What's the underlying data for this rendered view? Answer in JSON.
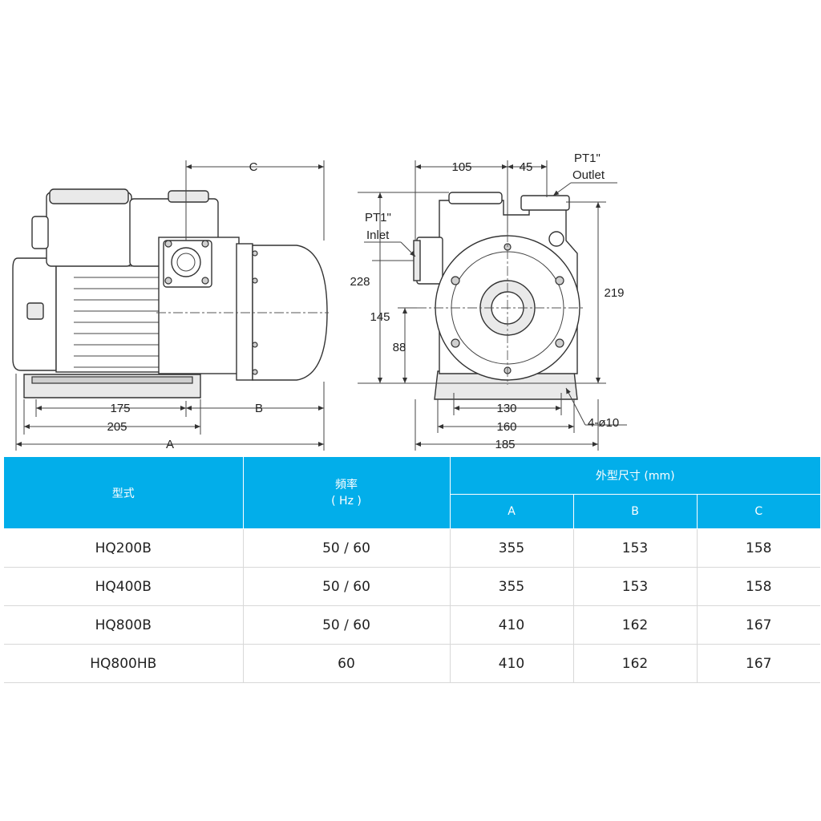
{
  "drawing": {
    "dimensions": {
      "dim_c": "C",
      "dim_b": "B",
      "dim_a": "A",
      "dim_175": "175",
      "dim_205": "205",
      "dim_105": "105",
      "dim_45": "45",
      "dim_228": "228",
      "dim_145": "145",
      "dim_88": "88",
      "dim_219": "219",
      "dim_130": "130",
      "dim_160": "160",
      "dim_185": "185",
      "dim_holes": "4-ø10"
    },
    "ports": {
      "inlet_size": "PT1\"",
      "inlet_label": "Inlet",
      "outlet_size": "PT1\"",
      "outlet_label": "Outlet"
    }
  },
  "table": {
    "header": {
      "model": "型式",
      "frequency": "頻率",
      "frequency_unit": "( Hz )",
      "size_group": "外型尺寸 (mm)",
      "col_a": "A",
      "col_b": "B",
      "col_c": "C"
    },
    "rows": [
      {
        "model": "HQ200B",
        "freq": "50 / 60",
        "a": "355",
        "b": "153",
        "c": "158"
      },
      {
        "model": "HQ400B",
        "freq": "50 / 60",
        "a": "355",
        "b": "153",
        "c": "158"
      },
      {
        "model": "HQ800B",
        "freq": "50 / 60",
        "a": "410",
        "b": "162",
        "c": "167"
      },
      {
        "model": "HQ800HB",
        "freq": "60",
        "a": "410",
        "b": "162",
        "c": "167"
      }
    ]
  },
  "colors": {
    "header_bg": "#02aeea",
    "header_text": "#ffffff",
    "grid_line": "#d8d8d8"
  }
}
